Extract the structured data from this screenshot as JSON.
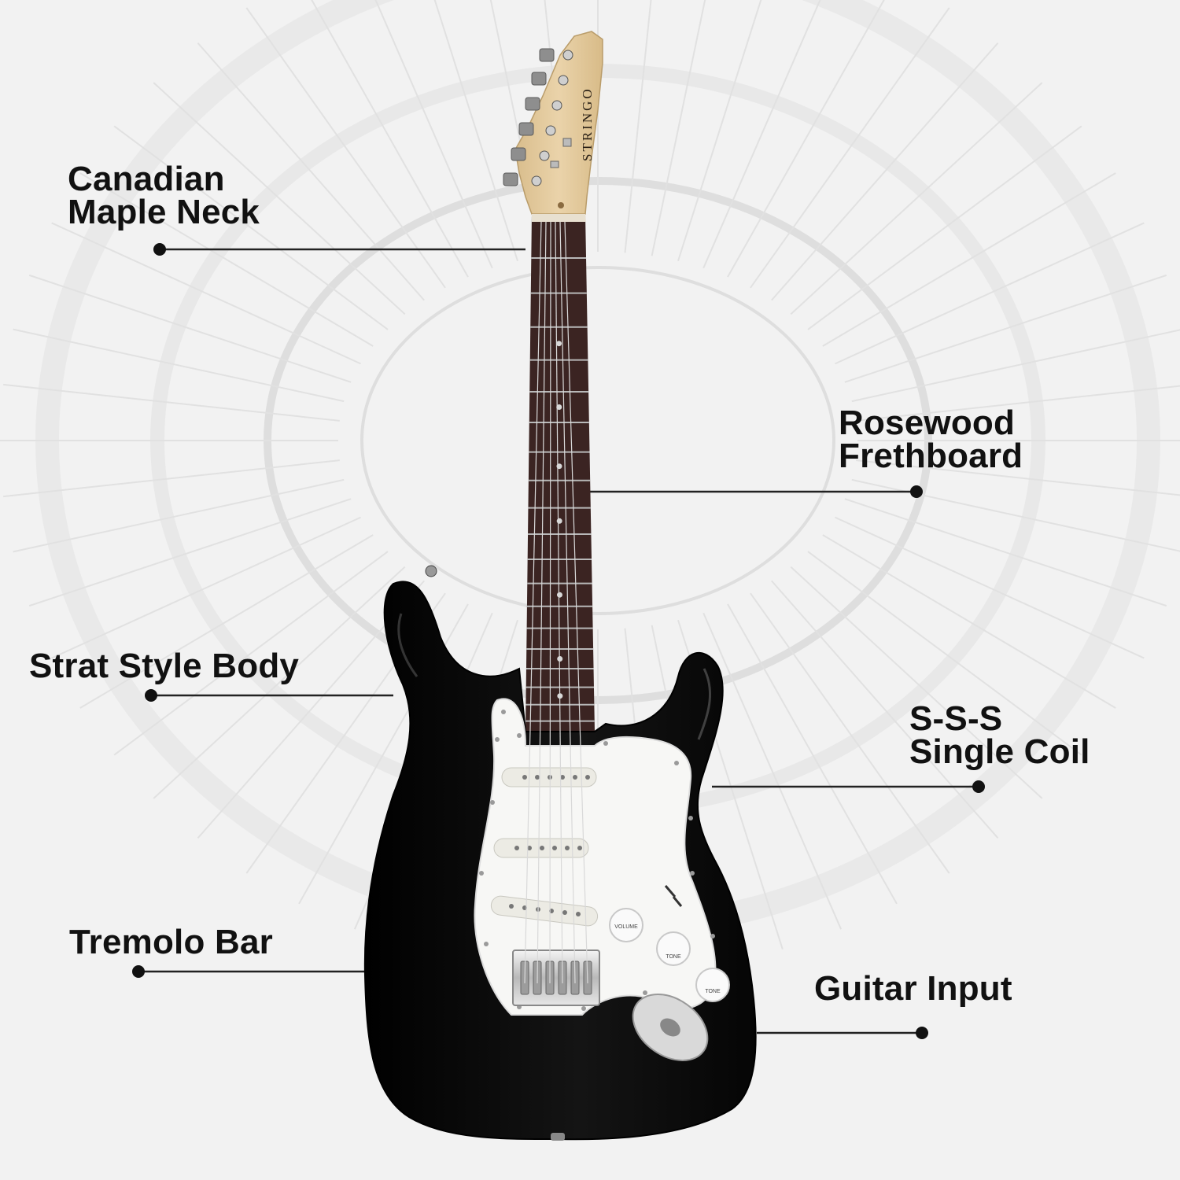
{
  "headstock_brand": "STRINGO",
  "knobs": {
    "volume": "VOLUME",
    "tone_1": "TONE",
    "tone_2": "TONE"
  },
  "callouts": [
    {
      "key": "neck",
      "lines": [
        "Canadian",
        "Maple Neck"
      ]
    },
    {
      "key": "fretboard",
      "lines": [
        "Rosewood",
        "Frethboard"
      ]
    },
    {
      "key": "body",
      "lines": [
        "Strat Style Body"
      ]
    },
    {
      "key": "pickups",
      "lines": [
        "S-S-S",
        "Single Coil"
      ]
    },
    {
      "key": "tremolo",
      "lines": [
        "Tremolo Bar"
      ]
    },
    {
      "key": "input",
      "lines": [
        "Guitar Input"
      ]
    }
  ],
  "colors": {
    "background": "#f2f2f2",
    "body": "#0b0b0b",
    "pickguard": "#f7f7f5",
    "fretboard": "#3b2422",
    "maple": "#e2c99d",
    "text": "#111111"
  }
}
